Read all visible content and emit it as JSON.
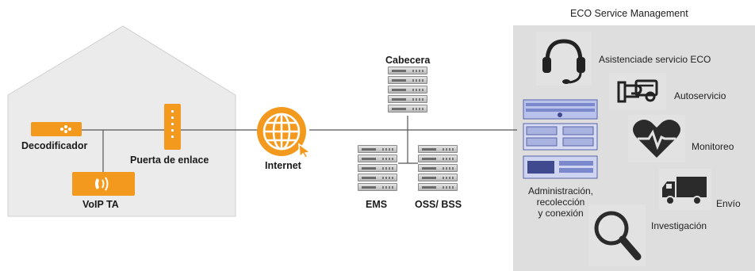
{
  "home": {
    "decoder_label": "Decodificador",
    "gateway_label": "Puerta de enlace",
    "voip_label": "VoIP TA"
  },
  "network": {
    "internet_label": "Internet",
    "headend_label": "Cabecera",
    "ems_label": "EMS",
    "oss_label": "OSS/ BSS"
  },
  "eco": {
    "title": "ECO Service Management",
    "support_label": "Asistenciade servicio ECO",
    "selfservice_label": "Autoservicio",
    "monitoring_label": "Monitoreo",
    "admin_label_1": "Administración,",
    "admin_label_2": "recolección",
    "admin_label_3": "y conexión",
    "shipping_label": "Envío",
    "research_label": "Investigación"
  },
  "colors": {
    "orange": "#f39a1e",
    "house_gray": "#e8e8e8",
    "panel_gray": "#dcdcdc",
    "line": "#555555"
  }
}
